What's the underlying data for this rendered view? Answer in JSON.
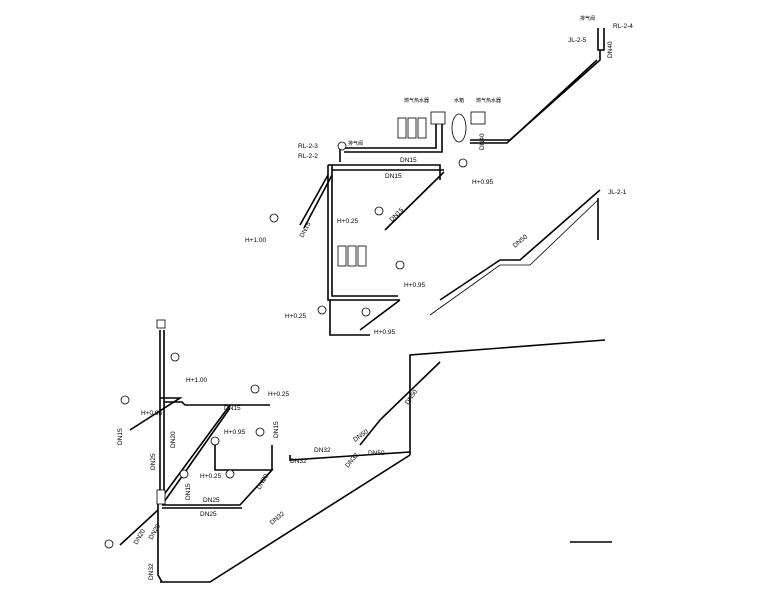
{
  "riser_labels": {
    "rl_2_4": "RL-2-4",
    "jl_2_5": "JL-2-5",
    "rl_2_3": "RL-2-3",
    "rl_2_2": "RL-2-2",
    "jl_2_1": "JL-2-1"
  },
  "pipe_sizes": {
    "dn15": "DN15",
    "dn20": "DN20",
    "dn25": "DN25",
    "dn32": "DN32",
    "dn40": "DN40",
    "dn50": "DN50"
  },
  "elevations": {
    "h100": "H+1.00",
    "h095": "H+0.95",
    "h025": "H+0.25",
    "h096": "H+0.96"
  },
  "equipment": {
    "vent_valve": "排气阀",
    "water_heater": "燃气热水器",
    "water_tank": "水箱",
    "gas_heater": "燃气热水器"
  },
  "legend": {
    "text": ""
  }
}
